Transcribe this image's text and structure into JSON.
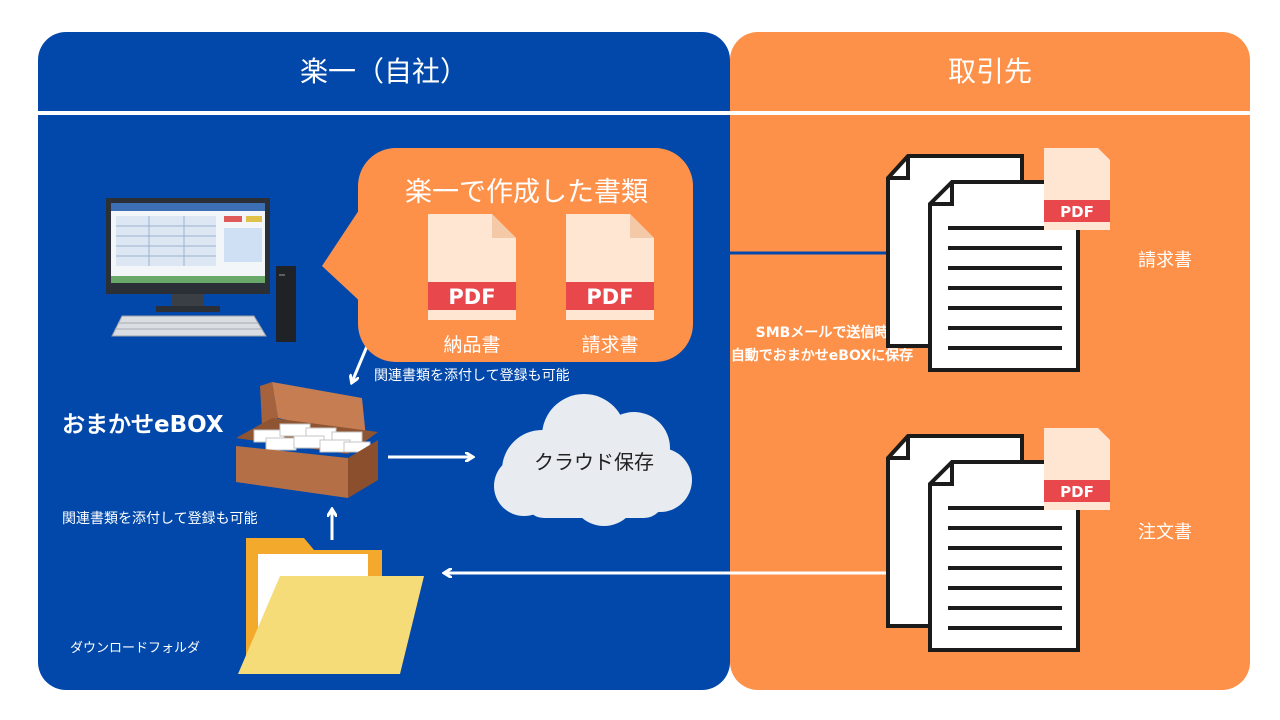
{
  "colors": {
    "blue": "#0148aa",
    "orange": "#fe9149",
    "pdf_red": "#e8474c",
    "white": "#ffffff"
  },
  "headers": {
    "left": "楽一（自社）",
    "right": "取引先"
  },
  "bubble": {
    "title": "楽一で作成した書類",
    "docs": [
      {
        "badge": "PDF",
        "caption": "納品書"
      },
      {
        "badge": "PDF",
        "caption": "請求書"
      }
    ]
  },
  "ebox": {
    "title": "おまかせeBOX",
    "attach_top": "関連書類を添付して登録も可能",
    "attach_left": "関連書類を添付して登録も可能",
    "cloud": "クラウド保存",
    "folder": "ダウンロードフォルダ"
  },
  "smb": {
    "line1": "SMBメールで送信時",
    "line2": "自動でおまかせeBOXに保存"
  },
  "partner_docs": [
    {
      "badge": "PDF",
      "label": "請求書"
    },
    {
      "badge": "PDF",
      "label": "注文書"
    }
  ],
  "icons": [
    "computer-icon",
    "pdf-file-icon",
    "box-icon",
    "cloud-icon",
    "folder-icon",
    "document-stack-icon",
    "arrow-icon"
  ]
}
